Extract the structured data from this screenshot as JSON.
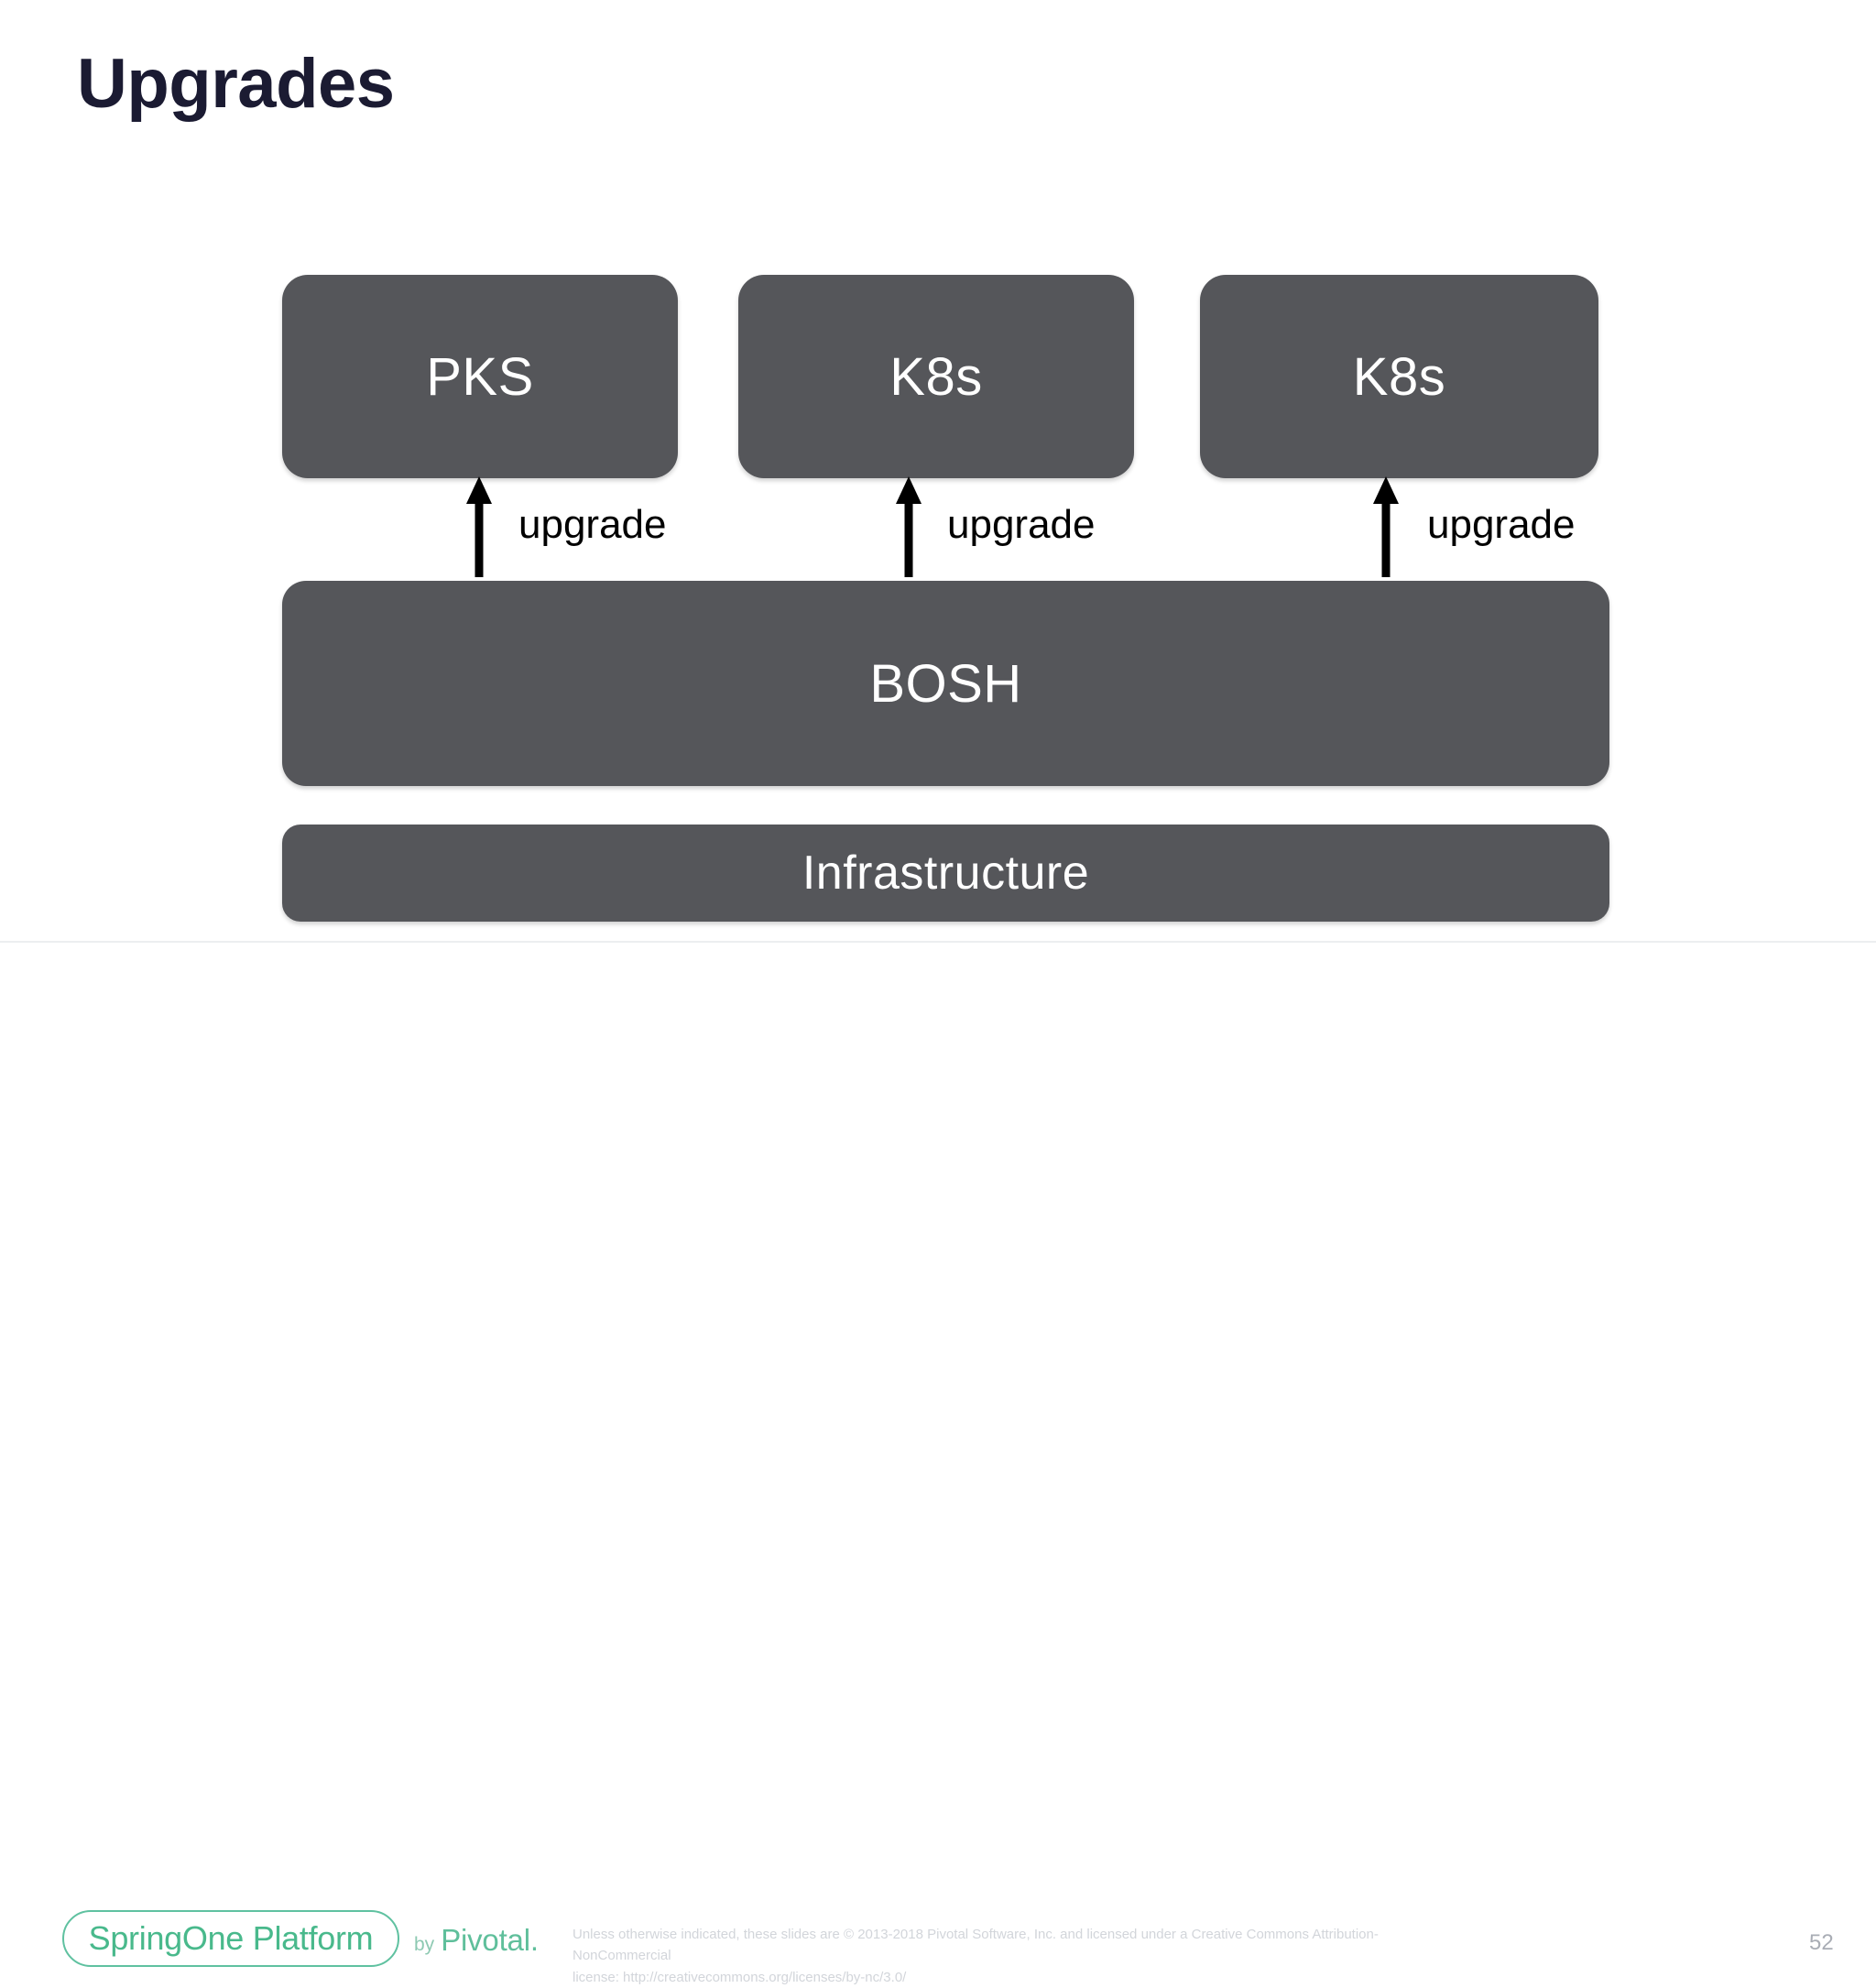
{
  "slide": {
    "title": "Upgrades",
    "page_number": "52",
    "background_color": "#ffffff",
    "title_color": "#1b1b32"
  },
  "diagram": {
    "type": "layered-stack",
    "node_fill_color": "#55565a",
    "node_text_color": "#ffffff",
    "arrow_color": "#000000",
    "top_row": [
      {
        "id": "pks",
        "label": "PKS",
        "arrow_label": "upgrade"
      },
      {
        "id": "k8s1",
        "label": "K8s",
        "arrow_label": "upgrade"
      },
      {
        "id": "k8s2",
        "label": "K8s",
        "arrow_label": "upgrade"
      }
    ],
    "middle_layer": {
      "id": "bosh",
      "label": "BOSH"
    },
    "bottom_layer": {
      "id": "infrastructure",
      "label": "Infrastructure"
    }
  },
  "footer": {
    "logo_text": "SpringOne Platform",
    "logo_color": "#49b98c",
    "by_word": "by",
    "brand": "Pivotal.",
    "brand_color": "#5fbf9b",
    "license_line_1": "Unless otherwise indicated, these slides are © 2013-2018 Pivotal Software, Inc. and licensed under a Creative Commons Attribution-NonCommercial",
    "license_line_2": "license: http://creativecommons.org/licenses/by-nc/3.0/"
  }
}
